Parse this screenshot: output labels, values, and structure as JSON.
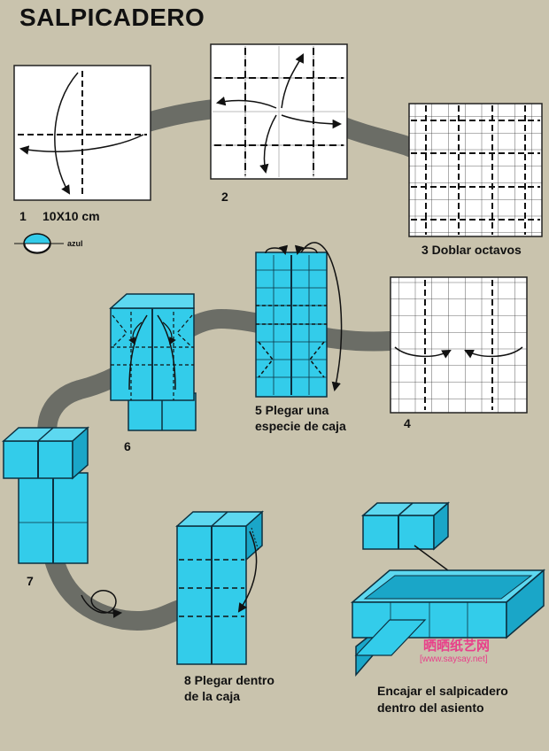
{
  "title": "SALPICADERO",
  "steps": {
    "s1_num": "1",
    "s1_size": "10X10 cm",
    "color_label": "azul",
    "s2": "2",
    "s3": "3  Doblar octavos",
    "s4": "4",
    "s5_line1": "5 Plegar una",
    "s5_line2": "especie de caja",
    "s6": "6",
    "s7": "7",
    "s8_line1": "8 Plegar dentro",
    "s8_line2": "de la caja",
    "s9_line1": "Encajar el salpicadero",
    "s9_line2": "dentro del asiento"
  },
  "watermark": {
    "logo": "晒晒纸艺网",
    "url": "[www.saysay.net]"
  },
  "colors": {
    "paper_face": "#33ccea",
    "paper_light": "#5dd8f0",
    "paper_dark": "#1aa6c8",
    "background": "#c9c3ad",
    "path": "#6b6d66"
  }
}
